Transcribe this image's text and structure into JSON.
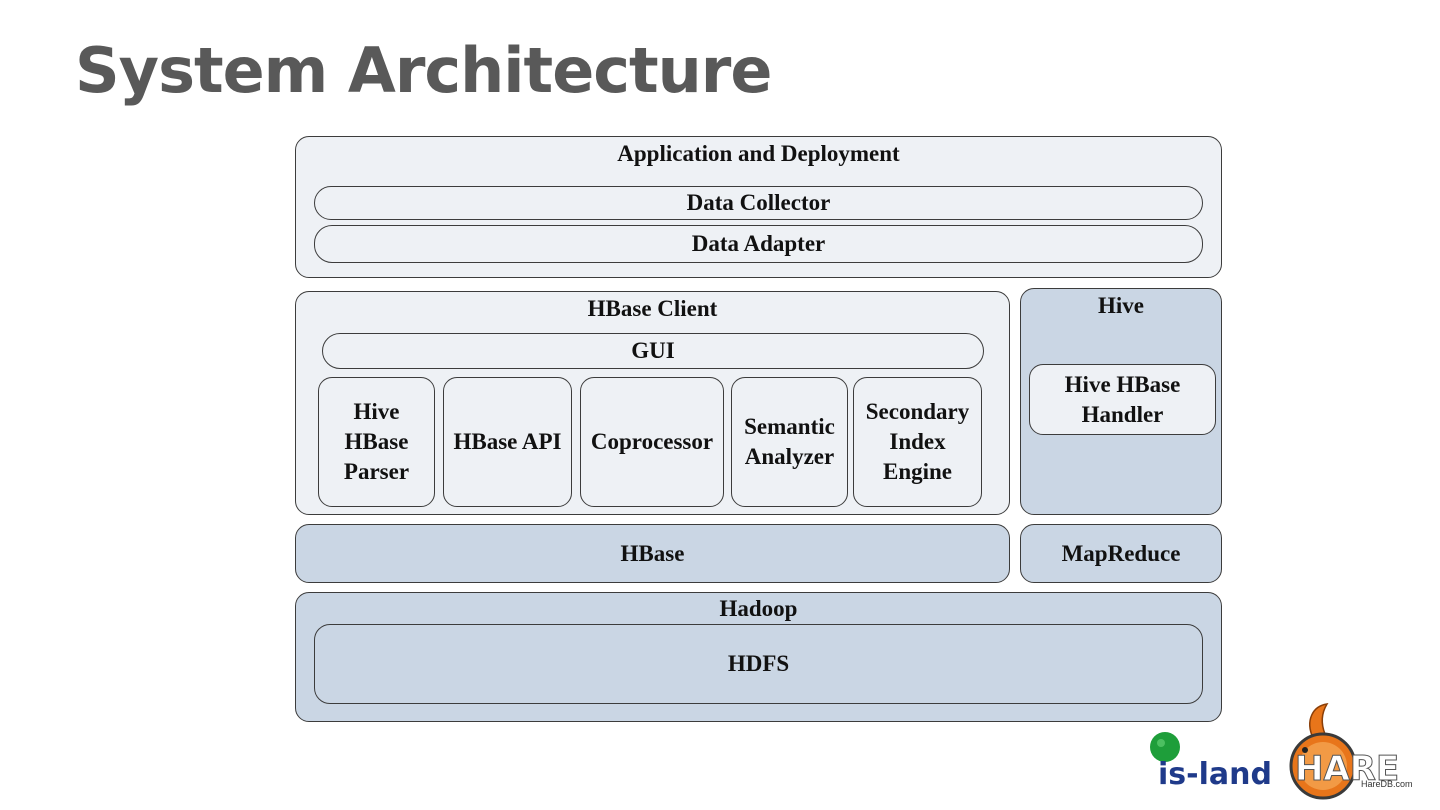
{
  "slide": {
    "title": "System Architecture"
  },
  "app_layer": {
    "title": "Application and Deployment",
    "items": [
      "Data Collector",
      "Data Adapter"
    ]
  },
  "hbase_client": {
    "title": "HBase Client",
    "gui": "GUI",
    "modules": [
      "Hive\nHBase\nParser",
      "HBase API",
      "Coprocessor",
      "Semantic\nAnalyzer",
      "Secondary\nIndex\nEngine"
    ]
  },
  "hive": {
    "title": "Hive",
    "handler": "Hive HBase\nHandler"
  },
  "hbase": {
    "label": "HBase"
  },
  "mapreduce": {
    "label": "MapReduce"
  },
  "hadoop": {
    "title": "Hadoop",
    "hdfs": "HDFS"
  },
  "logos": {
    "island": "is-land",
    "hare": "HARE",
    "hare_url": "HareDB.com"
  },
  "colors": {
    "light_fill": "#eef1f5",
    "blue_fill": "#cad6e4",
    "title_gray": "#595959",
    "island_blue": "#1f3a8a",
    "island_green": "#1e9e3a",
    "hare_orange": "#e8751a"
  }
}
